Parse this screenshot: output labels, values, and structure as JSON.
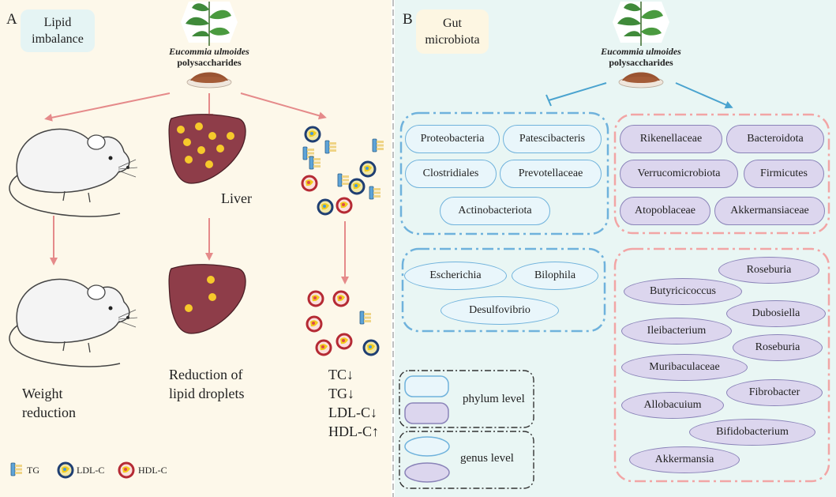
{
  "panel_a": {
    "letter": "A",
    "title_line1": "Lipid",
    "title_line2": "imbalance",
    "compound_line1": "Eucommia ulmoides",
    "compound_line2": "polysaccharides",
    "liver_label": "Liver",
    "weight_line1": "Weight",
    "weight_line2": "reduction",
    "droplet_line1": "Reduction of",
    "droplet_line2": "lipid droplets",
    "results": [
      "TC↓",
      "TG↓",
      "LDL-C↓",
      "HDL-C↑"
    ],
    "legend": {
      "tg": "TG",
      "ldl": "LDL-C",
      "hdl": "HDL-C"
    }
  },
  "panel_b": {
    "letter": "B",
    "title_line1": "Gut",
    "title_line2": "microbiota",
    "compound_line1": "Eucommia ulmoides",
    "compound_line2": "polysaccharides",
    "decreased_phylum": [
      "Proteobacteria",
      "Patescibacteris",
      "Clostridiales",
      "Prevotellaceae",
      "Actinobacteriota"
    ],
    "decreased_genus": [
      "Escherichia",
      "Bilophila",
      "Desulfovibrio"
    ],
    "increased_phylum": [
      "Rikenellaceae",
      "Bacteroidota",
      "Verrucomicrobiota",
      "Firmicutes",
      "Atopoblaceae",
      "Akkermansiaceae"
    ],
    "increased_genus": [
      "Roseburia",
      "Butyricicoccus",
      "Dubosiella",
      "Ileibacterium",
      "Roseburia",
      "Muribaculaceae",
      "Fibrobacter",
      "Allobacuium",
      "Bifidobacterium",
      "Akkermansia"
    ],
    "legend_phylum": "phylum level",
    "legend_genus": "genus level"
  },
  "colors": {
    "panel_a_bg": "#fdf8ea",
    "panel_b_bg": "#e9f6f4",
    "arrow_red": "#e58a8a",
    "arrow_blue": "#4aa3cf",
    "liver": "#8e3d49",
    "droplet": "#f6c92b",
    "box_blue": "#6fb2dc",
    "box_pink": "#f2a5a5"
  }
}
